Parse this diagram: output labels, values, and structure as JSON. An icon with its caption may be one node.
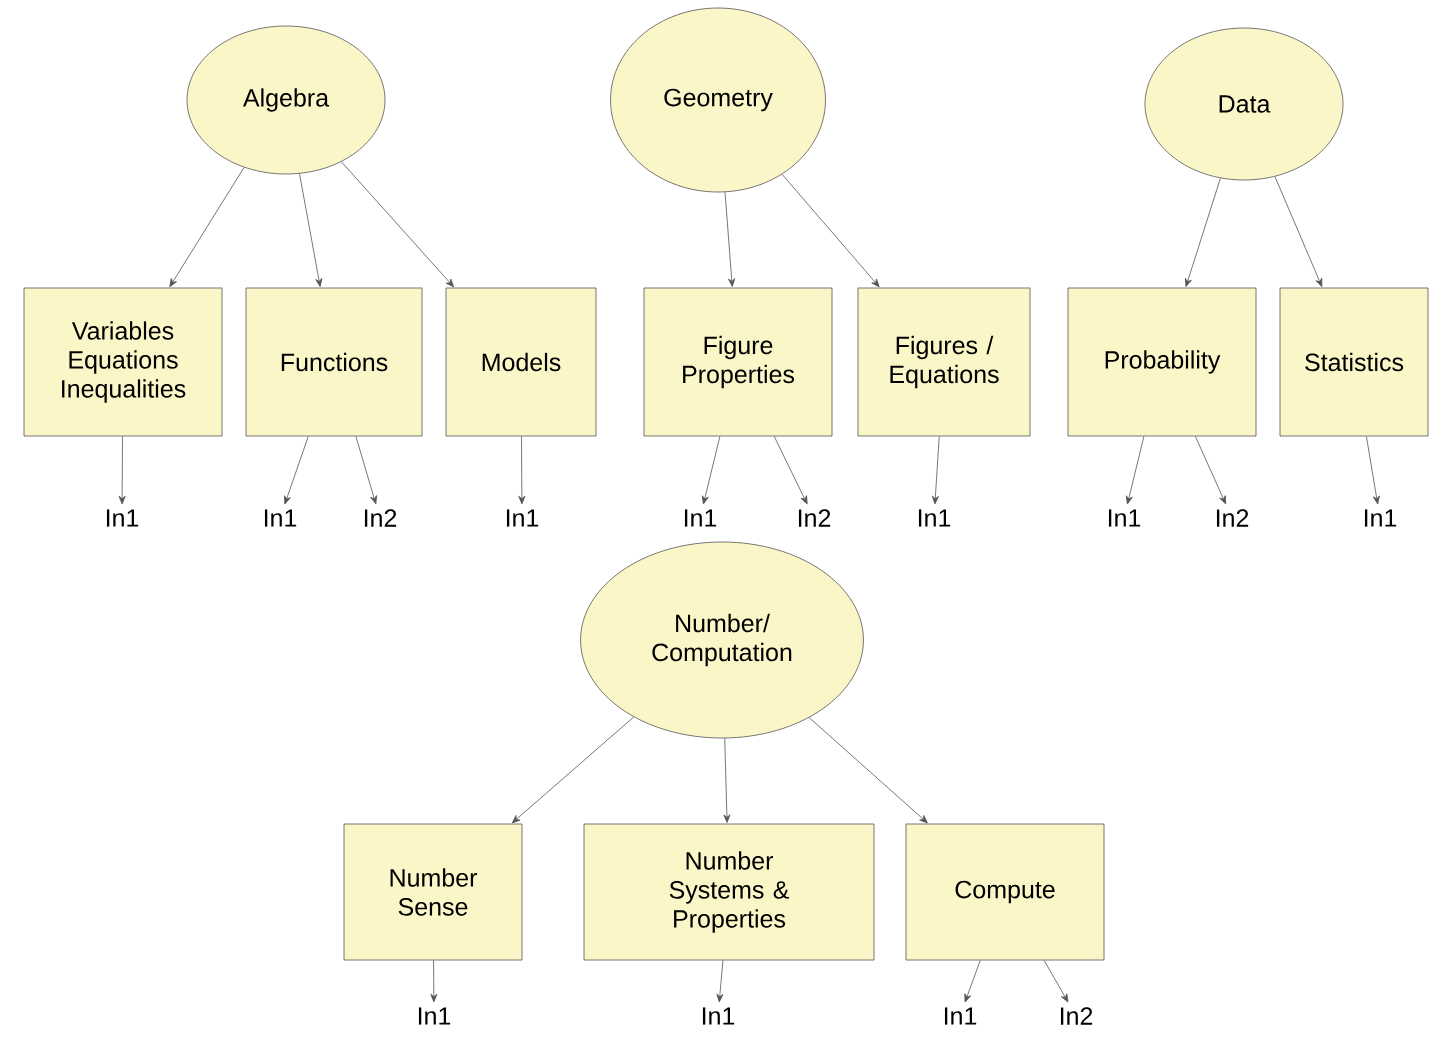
{
  "diagram": {
    "nodes": [
      {
        "text": [
          "Algebra"
        ]
      },
      {
        "text": [
          "Geometry"
        ]
      },
      {
        "text": [
          "Data"
        ]
      },
      {
        "text": [
          "Variables Equations Inequalities"
        ]
      },
      {
        "text": [
          "Functions"
        ]
      },
      {
        "text": [
          "Models"
        ]
      },
      {
        "text": [
          "Figure Properties"
        ]
      },
      {
        "text": [
          "Figures / Equations"
        ]
      },
      {
        "text": [
          "Probability"
        ]
      },
      {
        "text": [
          "Statistics"
        ]
      },
      {
        "text": [
          "In1"
        ]
      },
      {
        "text": [
          "In1"
        ]
      },
      {
        "text": [
          "In2"
        ]
      },
      {
        "text": [
          "In1"
        ]
      },
      {
        "text": [
          "In1"
        ]
      },
      {
        "text": [
          "In2"
        ]
      },
      {
        "text": [
          "In1"
        ]
      },
      {
        "text": [
          "In1"
        ]
      },
      {
        "text": [
          "In2"
        ]
      },
      {
        "text": [
          "In1"
        ]
      },
      {
        "text": [
          "Number/ Computation"
        ]
      },
      {
        "text": [
          "Number Sense"
        ]
      },
      {
        "text": [
          "Number Systems & Properties"
        ]
      },
      {
        "text": [
          "Compute"
        ]
      },
      {
        "text": [
          "In1"
        ]
      },
      {
        "text": [
          "In1"
        ]
      },
      {
        "text": [
          "In1"
        ]
      },
      {
        "text": [
          "In2"
        ]
      }
    ],
    "edges": [
      {
        "from": 0,
        "to": 3,
        "arrow": "to"
      },
      {
        "from": 0,
        "to": 4,
        "arrow": "to"
      },
      {
        "from": 0,
        "to": 5,
        "arrow": "to"
      },
      {
        "from": 1,
        "to": 6,
        "arrow": "to"
      },
      {
        "from": 1,
        "to": 7,
        "arrow": "to"
      },
      {
        "from": 2,
        "to": 8,
        "arrow": "to"
      },
      {
        "from": 2,
        "to": 9,
        "arrow": "to"
      },
      {
        "from": 3,
        "to": 10,
        "arrow": "to"
      },
      {
        "from": 4,
        "to": 11,
        "arrow": "to"
      },
      {
        "from": 4,
        "to": 12,
        "arrow": "to"
      },
      {
        "from": 5,
        "to": 13,
        "arrow": "to"
      },
      {
        "from": 6,
        "to": 14,
        "arrow": "to"
      },
      {
        "from": 6,
        "to": 15,
        "arrow": "to"
      },
      {
        "from": 7,
        "to": 16,
        "arrow": "to"
      },
      {
        "from": 8,
        "to": 17,
        "arrow": "to"
      },
      {
        "from": 8,
        "to": 18,
        "arrow": "to"
      },
      {
        "from": 9,
        "to": 19,
        "arrow": "to"
      },
      {
        "from": 20,
        "to": 21,
        "arrow": "to"
      },
      {
        "from": 20,
        "to": 22,
        "arrow": "to"
      },
      {
        "from": 20,
        "to": 23,
        "arrow": "to"
      },
      {
        "from": 21,
        "to": 24,
        "arrow": "to"
      },
      {
        "from": 22,
        "to": 25,
        "arrow": "to"
      },
      {
        "from": 23,
        "to": 26,
        "arrow": "to"
      },
      {
        "from": 23,
        "to": 27,
        "arrow": "to"
      }
    ]
  }
}
